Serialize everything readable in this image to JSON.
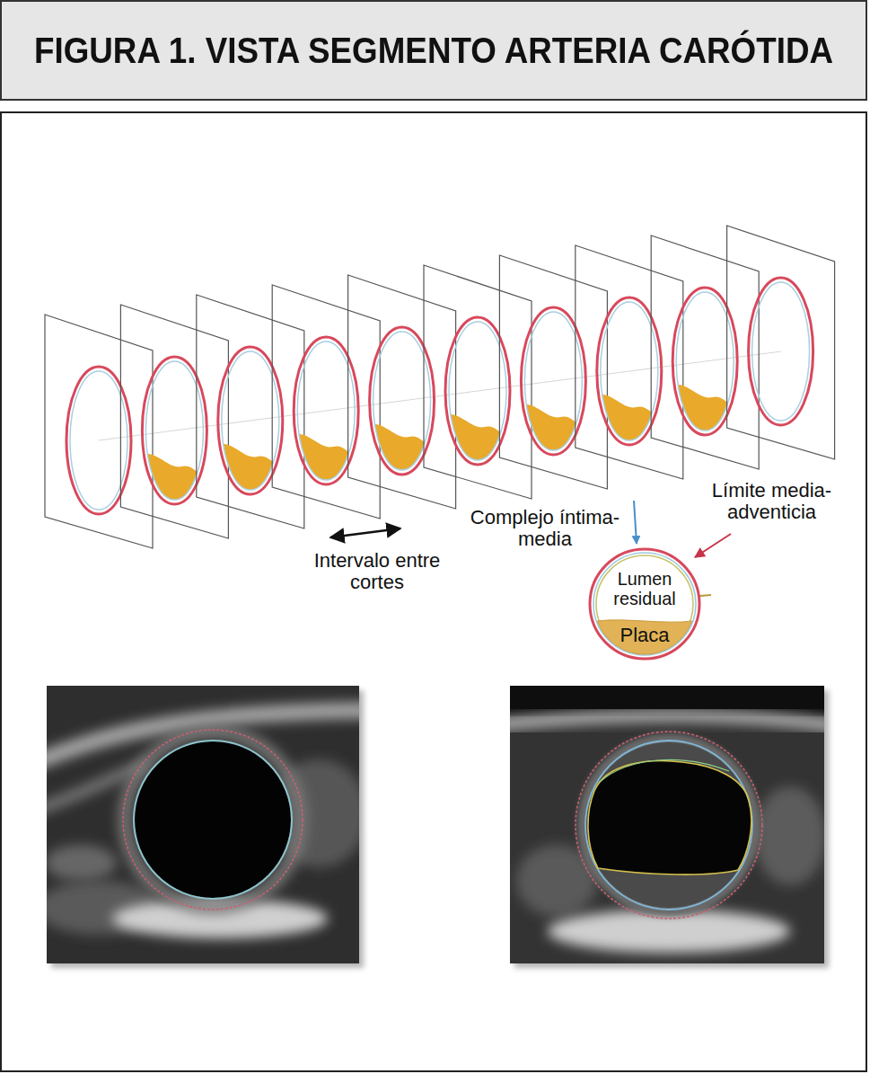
{
  "diagram": {
    "title": "FIGURA 1. VISTA SEGMENTO ARTERIA CARÓTIDA",
    "nodes": [
      {
        "text": [
          "Lumen residual"
        ]
      },
      {
        "text": [
          "Placa"
        ],
        "in": 0
      }
    ],
    "labels": [
      "Complejo íntima-media",
      "Límite media-adventicia",
      "Intervalo entre cortes"
    ]
  }
}
